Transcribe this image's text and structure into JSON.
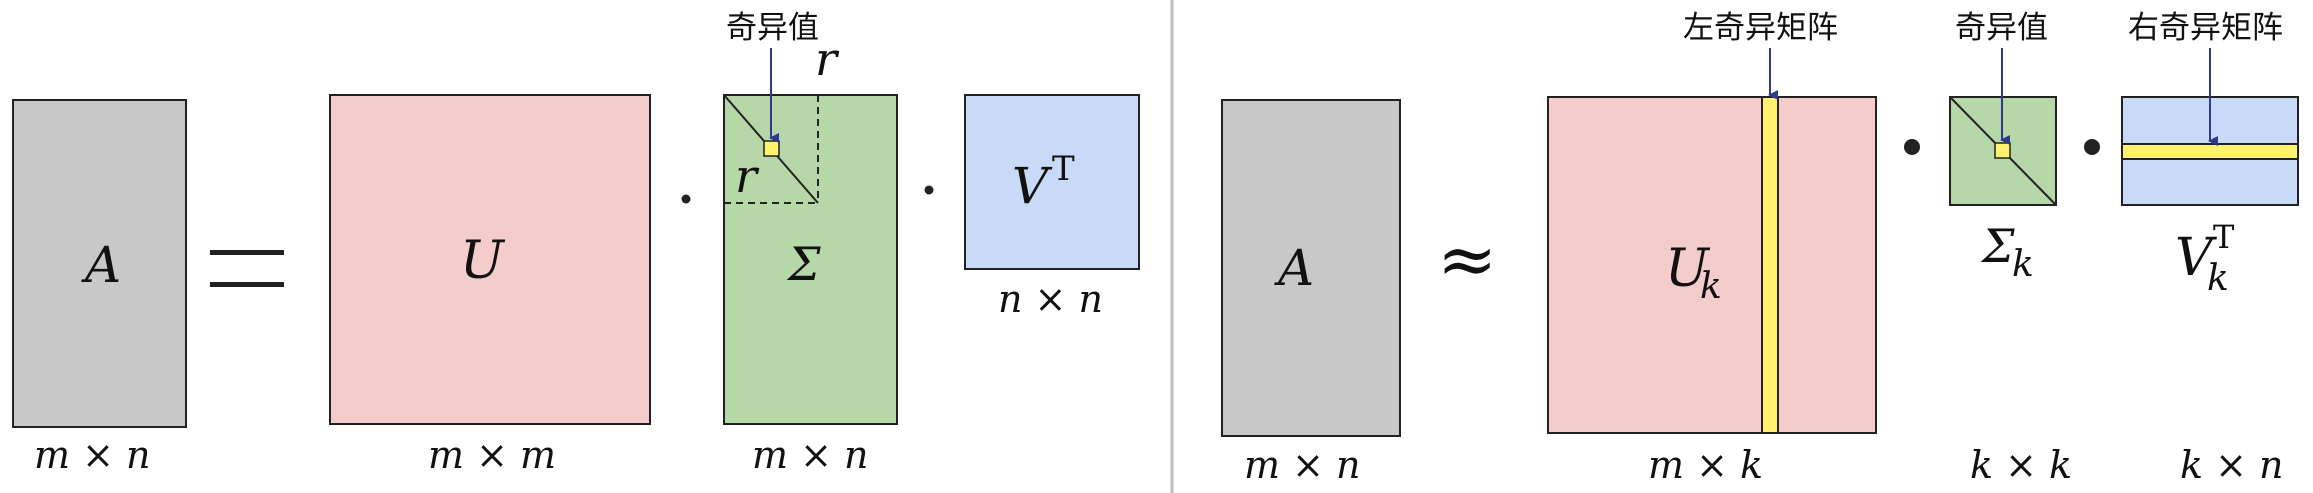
{
  "left": {
    "matrix_a": {
      "label": "A",
      "dims": "m × n"
    },
    "equals": "=",
    "matrix_u": {
      "label": "U",
      "dims": "m × m"
    },
    "dot1": "·",
    "matrix_sigma": {
      "label": "Σ",
      "dims": "m × n",
      "rank_top": "r",
      "rank_left": "r",
      "annotation": "奇异值"
    },
    "dot2": "·",
    "matrix_vt": {
      "label": "V",
      "superscript": "T",
      "dims": "n × n"
    }
  },
  "right": {
    "matrix_a": {
      "label": "A",
      "dims": "m × n"
    },
    "approx": "≈",
    "matrix_uk": {
      "label": "U",
      "subscript": "k",
      "dims": "m × k",
      "annotation": "左奇异矩阵"
    },
    "dot1": "•",
    "matrix_sigmak": {
      "label": "Σ",
      "subscript": "k",
      "dims": "k × k",
      "annotation": "奇异值"
    },
    "dot2": "•",
    "matrix_vkt": {
      "label": "V",
      "subscript": "k",
      "superscript": "T",
      "dims": "k × n",
      "annotation": "右奇异矩阵"
    }
  },
  "colors": {
    "gray": "#c8c8c8",
    "pink": "#f4cccc",
    "green": "#b6d7a8",
    "blue": "#c9daf8",
    "yellow": "#fff26e",
    "arrow": "#2e3a8c",
    "divider": "#bdbdbd"
  }
}
